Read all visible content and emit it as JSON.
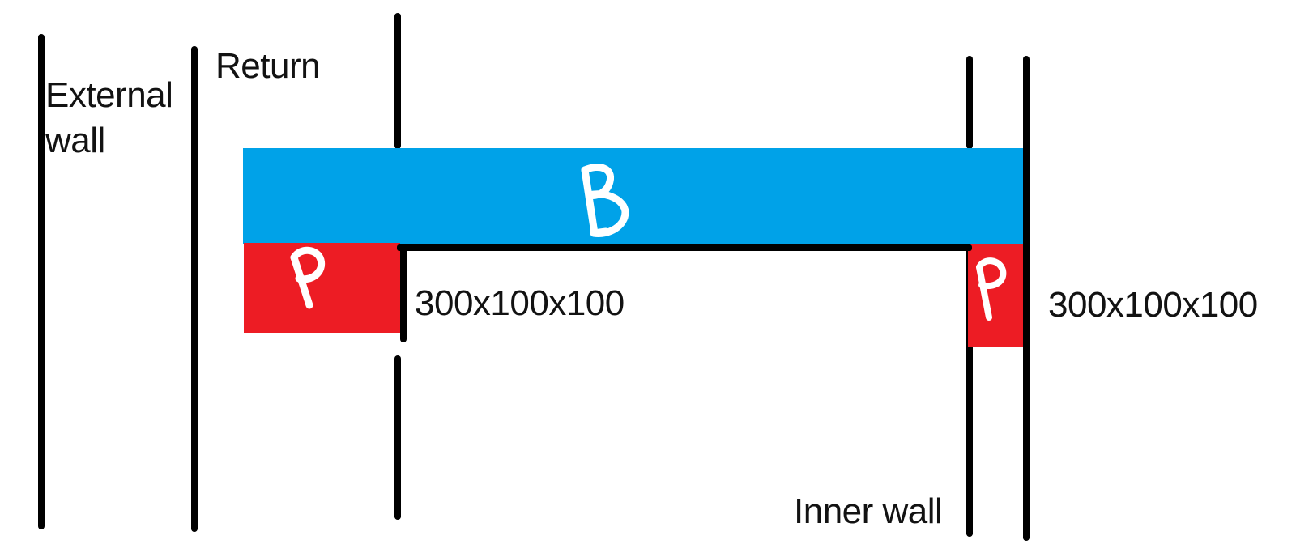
{
  "diagram": {
    "background": "#ffffff",
    "line_color": "#000000",
    "text_color": "#121212",
    "walls": {
      "external_label": "External wall",
      "return_label": "Return",
      "inner_label": "Inner wall"
    },
    "beam": {
      "letter": "B",
      "color": "#00a2e8",
      "letter_color": "#ffffff"
    },
    "padstones": [
      {
        "letter": "P",
        "dimension": "300x100x100",
        "color": "#ed1c24",
        "letter_color": "#ffffff",
        "position": "left"
      },
      {
        "letter": "P",
        "dimension": "300x100x100",
        "color": "#ed1c24",
        "letter_color": "#ffffff",
        "position": "right"
      }
    ]
  }
}
